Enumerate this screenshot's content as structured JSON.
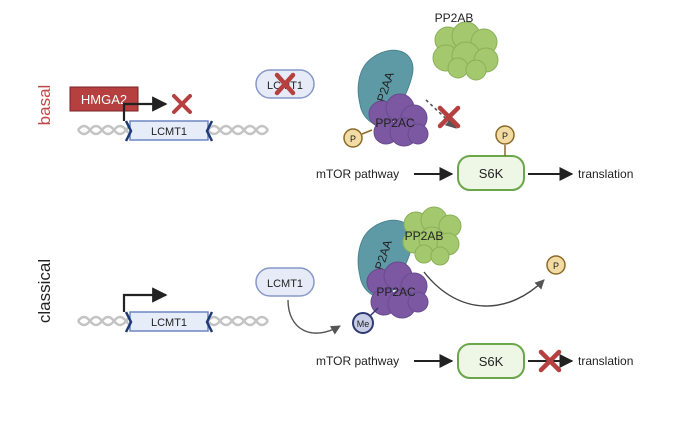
{
  "colors": {
    "basal": "#c0464a",
    "classical": "#333333",
    "hmga2_fill": "#b5403f",
    "gene_box_fill": "#e6ecf8",
    "gene_box_stroke": "#6f86c2",
    "lcmt1_fill": "#e6ebf7",
    "lcmt1_stroke": "#8798c8",
    "pp2aa": "#5e9aa6",
    "pp2ab": "#a3c86e",
    "pp2ac": "#7c58a2",
    "phospho_fill": "#f3dca4",
    "phospho_stroke": "#8a6a2a",
    "me_fill": "#c9cde8",
    "me_stroke": "#2f3a6e",
    "s6k_fill": "#eef7e6",
    "s6k_stroke": "#6aa64a",
    "x_mark": "#b5403f"
  },
  "rows": {
    "basal": {
      "label": "basal",
      "promoter": "HMGA2",
      "gene": "LCMT1",
      "lcmt1_protein": "LCMT1",
      "pp2aa": "PP2AA",
      "pp2ab": "PP2AB",
      "pp2ac": "PP2AC",
      "phospho": "P",
      "s6k_phospho": "P",
      "pathway": "mTOR pathway",
      "s6k": "S6K",
      "output": "translation"
    },
    "classical": {
      "label": "classical",
      "gene": "LCMT1",
      "lcmt1_protein": "LCMT1",
      "pp2aa": "PP2AA",
      "pp2ab": "PP2AB",
      "pp2ac": "PP2AC",
      "methyl": "Me",
      "released_phospho": "P",
      "pathway": "mTOR pathway",
      "s6k": "S6K",
      "output": "translation"
    }
  },
  "icons": [
    "x-mark-icon",
    "promoter-arrow-icon",
    "dna-helix-icon"
  ]
}
